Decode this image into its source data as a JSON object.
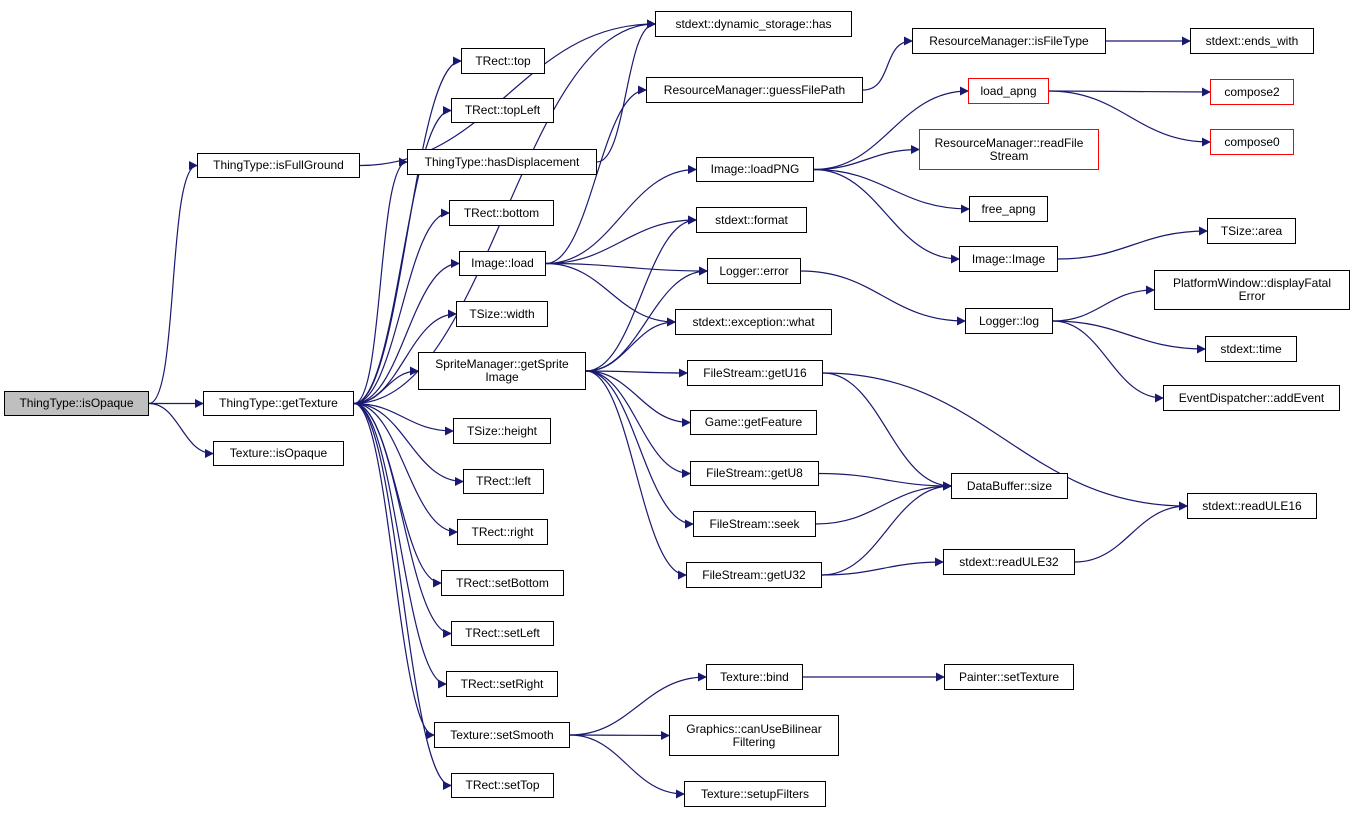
{
  "graph": {
    "colors": {
      "edge": "#191970",
      "node_border": "#000000",
      "node_border_incomplete": "#ff0000",
      "root_fill": "#bfbfbf"
    },
    "nodes": {
      "isOpaque_root": {
        "label": "ThingType::isOpaque",
        "style": "root"
      },
      "isFullGround": {
        "label": "ThingType::isFullGround"
      },
      "getTexture": {
        "label": "ThingType::getTexture"
      },
      "texIsOpaque": {
        "label": "Texture::isOpaque"
      },
      "dynHas": {
        "label": "stdext::dynamic_storage::has"
      },
      "top": {
        "label": "TRect::top"
      },
      "topLeft": {
        "label": "TRect::topLeft"
      },
      "hasDisp": {
        "label": "ThingType::hasDisplacement"
      },
      "bottom": {
        "label": "TRect::bottom"
      },
      "imgLoad": {
        "label": "Image::load"
      },
      "width": {
        "label": "TSize::width"
      },
      "getSpriteImage": {
        "label": "SpriteManager::getSprite\nImage"
      },
      "height": {
        "label": "TSize::height"
      },
      "left": {
        "label": "TRect::left"
      },
      "right": {
        "label": "TRect::right"
      },
      "setBottom": {
        "label": "TRect::setBottom"
      },
      "setLeft": {
        "label": "TRect::setLeft"
      },
      "setRight": {
        "label": "TRect::setRight"
      },
      "setSmooth": {
        "label": "Texture::setSmooth"
      },
      "setTop": {
        "label": "TRect::setTop"
      },
      "guessFilePath": {
        "label": "ResourceManager::guessFilePath"
      },
      "isFileType": {
        "label": "ResourceManager::isFileType"
      },
      "endsWith": {
        "label": "stdext::ends_with"
      },
      "loadApng": {
        "label": "load_apng",
        "style": "red"
      },
      "compose2": {
        "label": "compose2",
        "style": "red"
      },
      "compose0": {
        "label": "compose0",
        "style": "red"
      },
      "readFileStream": {
        "label": "ResourceManager::readFile\nStream",
        "style": "red"
      },
      "loadPNG": {
        "label": "Image::loadPNG"
      },
      "freeApng": {
        "label": "free_apng"
      },
      "imageCtor": {
        "label": "Image::Image"
      },
      "area": {
        "label": "TSize::area"
      },
      "format": {
        "label": "stdext::format"
      },
      "loggerError": {
        "label": "Logger::error"
      },
      "exWhat": {
        "label": "stdext::exception::what"
      },
      "loggerLog": {
        "label": "Logger::log"
      },
      "displayFatal": {
        "label": "PlatformWindow::displayFatal\nError"
      },
      "time": {
        "label": "stdext::time"
      },
      "addEvent": {
        "label": "EventDispatcher::addEvent"
      },
      "getU16": {
        "label": "FileStream::getU16"
      },
      "getFeature": {
        "label": "Game::getFeature"
      },
      "getU8": {
        "label": "FileStream::getU8"
      },
      "seek": {
        "label": "FileStream::seek"
      },
      "getU32": {
        "label": "FileStream::getU32"
      },
      "dbSize": {
        "label": "DataBuffer::size"
      },
      "readULE16": {
        "label": "stdext::readULE16"
      },
      "readULE32": {
        "label": "stdext::readULE32"
      },
      "texBind": {
        "label": "Texture::bind"
      },
      "setTexture": {
        "label": "Painter::setTexture"
      },
      "canUseBilinear": {
        "label": "Graphics::canUseBilinear\nFiltering"
      },
      "setupFilters": {
        "label": "Texture::setupFilters"
      }
    },
    "edges": [
      [
        "isOpaque_root",
        "isFullGround"
      ],
      [
        "isOpaque_root",
        "getTexture"
      ],
      [
        "isOpaque_root",
        "texIsOpaque"
      ],
      [
        "isFullGround",
        "dynHas"
      ],
      [
        "getTexture",
        "dynHas"
      ],
      [
        "getTexture",
        "top"
      ],
      [
        "getTexture",
        "topLeft"
      ],
      [
        "getTexture",
        "hasDisp"
      ],
      [
        "getTexture",
        "bottom"
      ],
      [
        "getTexture",
        "imgLoad"
      ],
      [
        "getTexture",
        "width"
      ],
      [
        "getTexture",
        "getSpriteImage"
      ],
      [
        "getTexture",
        "height"
      ],
      [
        "getTexture",
        "left"
      ],
      [
        "getTexture",
        "right"
      ],
      [
        "getTexture",
        "setBottom"
      ],
      [
        "getTexture",
        "setLeft"
      ],
      [
        "getTexture",
        "setRight"
      ],
      [
        "getTexture",
        "setSmooth"
      ],
      [
        "getTexture",
        "setTop"
      ],
      [
        "hasDisp",
        "dynHas"
      ],
      [
        "imgLoad",
        "guessFilePath"
      ],
      [
        "imgLoad",
        "loadPNG"
      ],
      [
        "imgLoad",
        "format"
      ],
      [
        "imgLoad",
        "loggerError"
      ],
      [
        "imgLoad",
        "exWhat"
      ],
      [
        "guessFilePath",
        "isFileType"
      ],
      [
        "isFileType",
        "endsWith"
      ],
      [
        "loadPNG",
        "loadApng"
      ],
      [
        "loadPNG",
        "readFileStream"
      ],
      [
        "loadPNG",
        "freeApng"
      ],
      [
        "loadPNG",
        "imageCtor"
      ],
      [
        "loadApng",
        "compose2"
      ],
      [
        "loadApng",
        "compose0"
      ],
      [
        "imageCtor",
        "area"
      ],
      [
        "getSpriteImage",
        "format"
      ],
      [
        "getSpriteImage",
        "loggerError"
      ],
      [
        "getSpriteImage",
        "exWhat"
      ],
      [
        "getSpriteImage",
        "getU16"
      ],
      [
        "getSpriteImage",
        "getFeature"
      ],
      [
        "getSpriteImage",
        "getU8"
      ],
      [
        "getSpriteImage",
        "seek"
      ],
      [
        "getSpriteImage",
        "getU32"
      ],
      [
        "loggerError",
        "loggerLog"
      ],
      [
        "loggerLog",
        "displayFatal"
      ],
      [
        "loggerLog",
        "time"
      ],
      [
        "loggerLog",
        "addEvent"
      ],
      [
        "getU16",
        "dbSize"
      ],
      [
        "getU16",
        "readULE16"
      ],
      [
        "getU8",
        "dbSize"
      ],
      [
        "seek",
        "dbSize"
      ],
      [
        "getU32",
        "dbSize"
      ],
      [
        "getU32",
        "readULE32"
      ],
      [
        "readULE32",
        "readULE16"
      ],
      [
        "setSmooth",
        "texBind"
      ],
      [
        "setSmooth",
        "canUseBilinear"
      ],
      [
        "setSmooth",
        "setupFilters"
      ],
      [
        "texBind",
        "setTexture"
      ]
    ]
  }
}
